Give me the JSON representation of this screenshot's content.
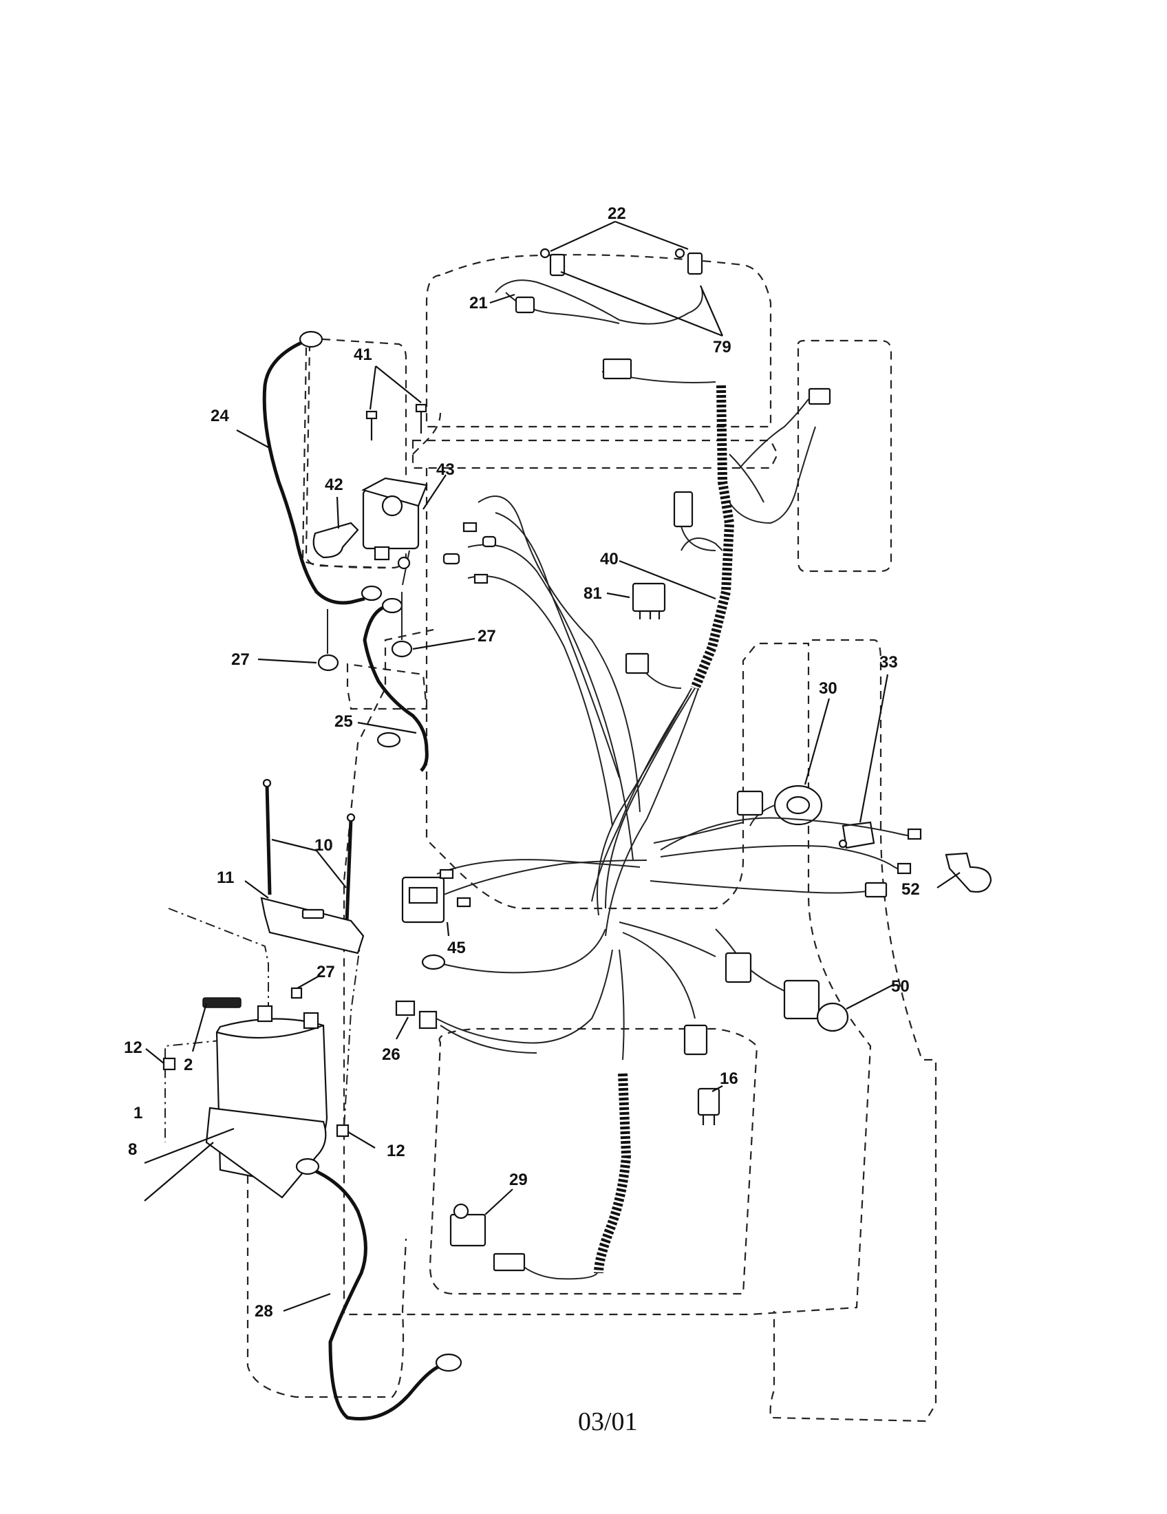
{
  "diagram": {
    "callouts": {
      "c22": "22",
      "c21": "21",
      "c79": "79",
      "c41": "41",
      "c24": "24",
      "c42": "42",
      "c43": "43",
      "c40": "40",
      "c81": "81",
      "c27a": "27",
      "c27b": "27",
      "c25": "25",
      "c33": "33",
      "c30": "30",
      "c10": "10",
      "c11": "11",
      "c45": "45",
      "c52": "52",
      "c27c": "27",
      "c50": "50",
      "c12a": "12",
      "c2": "2",
      "c26": "26",
      "c16": "16",
      "c1": "1",
      "c8": "8",
      "c12b": "12",
      "c29": "29",
      "c28": "28"
    },
    "footer": "03/01"
  }
}
